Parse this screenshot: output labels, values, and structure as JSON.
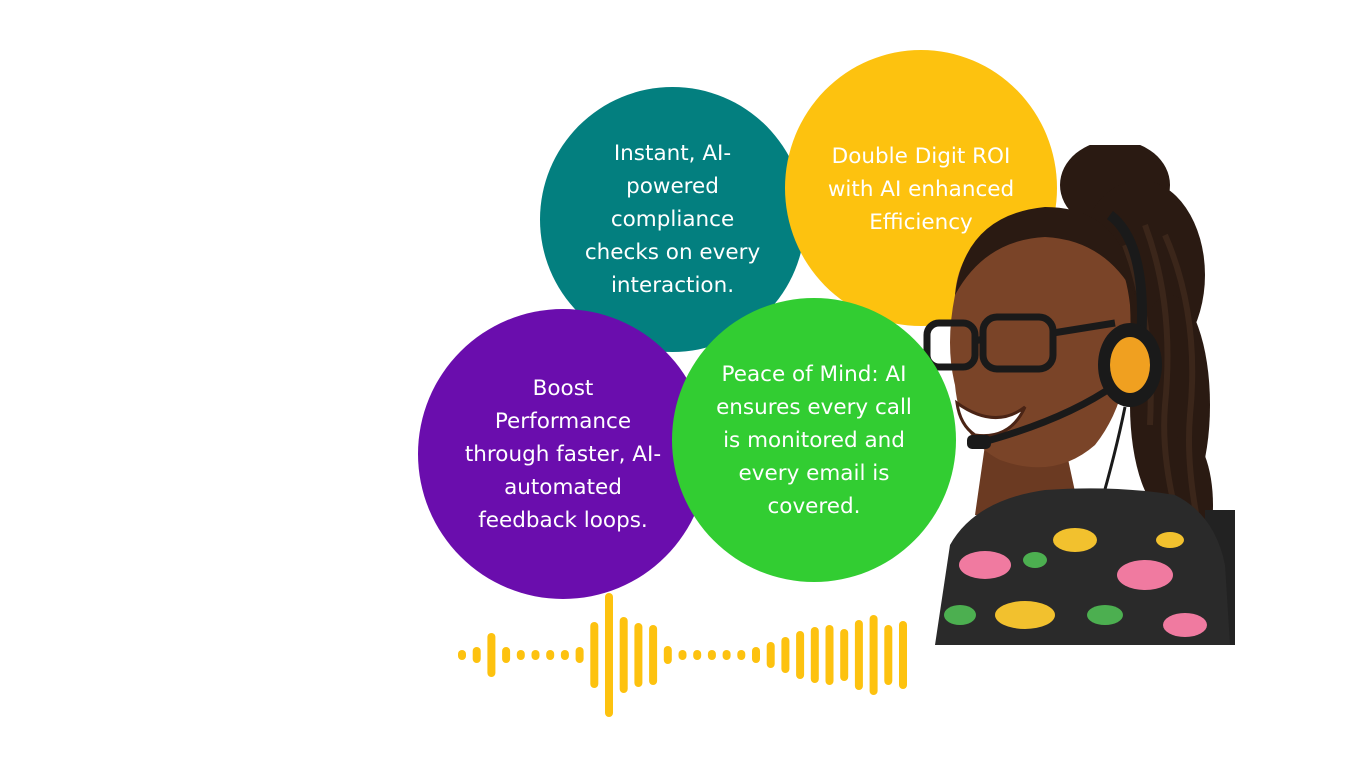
{
  "colors": {
    "teal": "#037f7f",
    "yellow": "#fdc20f",
    "purple": "#6a0dad",
    "green": "#32cd32",
    "wave": "#fdc20f",
    "background": "#ffffff"
  },
  "bubbles": {
    "compliance": {
      "text": "Instant, AI-\npowered\ncompliance\nchecks on every\ninteraction."
    },
    "roi": {
      "text": "Double Digit ROI\nwith AI enhanced\nEfficiency"
    },
    "boost": {
      "text": "Boost\nPerformance\nthrough faster, AI-\nautomated\nfeedback loops."
    },
    "peace": {
      "text": "Peace of Mind: AI\nensures every call\nis monitored and\nevery email is\ncovered."
    }
  },
  "images": {
    "portrait": {
      "icon": "headset-agent-portrait-image"
    },
    "waveform": {
      "icon": "audio-waveform-icon"
    }
  }
}
